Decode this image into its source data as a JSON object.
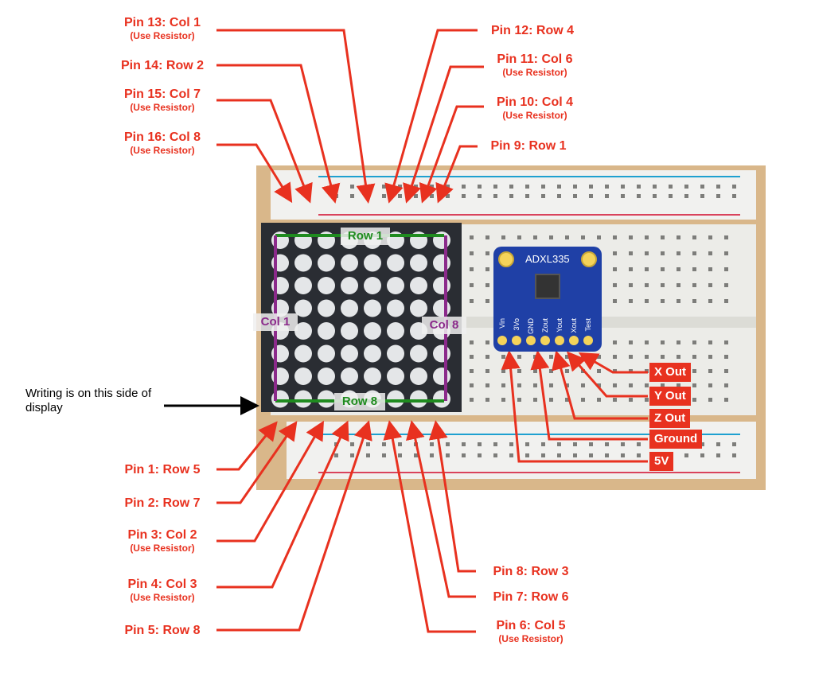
{
  "pins_top_left": [
    {
      "label": "Pin 13: Col 1",
      "sub": "(Use Resistor)"
    },
    {
      "label": "Pin 14: Row 2",
      "sub": ""
    },
    {
      "label": "Pin 15: Col 7",
      "sub": "(Use Resistor)"
    },
    {
      "label": "Pin 16: Col 8",
      "sub": "(Use Resistor)"
    }
  ],
  "pins_top_right": [
    {
      "label": "Pin 12: Row 4",
      "sub": ""
    },
    {
      "label": "Pin 11: Col 6",
      "sub": "(Use Resistor)"
    },
    {
      "label": "Pin 10: Col 4",
      "sub": "(Use Resistor)"
    },
    {
      "label": "Pin 9: Row 1",
      "sub": ""
    }
  ],
  "pins_bottom_left": [
    {
      "label": "Pin 1: Row 5",
      "sub": ""
    },
    {
      "label": "Pin 2: Row 7",
      "sub": ""
    },
    {
      "label": "Pin 3: Col 2",
      "sub": "(Use Resistor)"
    },
    {
      "label": "Pin 4: Col 3",
      "sub": "(Use Resistor)"
    },
    {
      "label": "Pin 5: Row 8",
      "sub": ""
    }
  ],
  "pins_bottom_right": [
    {
      "label": "Pin 8: Row 3",
      "sub": ""
    },
    {
      "label": "Pin 7: Row 6",
      "sub": ""
    },
    {
      "label": "Pin 6: Col 5",
      "sub": "(Use Resistor)"
    }
  ],
  "sensor_outputs": [
    "X Out",
    "Y Out",
    "Z Out",
    "Ground",
    "5V"
  ],
  "matrix_labels": {
    "row1": "Row 1",
    "row8": "Row 8",
    "col1": "Col 1",
    "col8": "Col 8"
  },
  "note": "Writing is on this side of display",
  "sensor": {
    "name": "ADXL335",
    "pin_labels": [
      "Vin",
      "3Vo",
      "GND",
      "Zout",
      "Yout",
      "Xout",
      "Test"
    ]
  },
  "colors": {
    "label_red": "#e8311f",
    "row_green": "#1f8b1f",
    "col_purple": "#8b2a8b",
    "sensor_blue": "#1f40a6"
  }
}
